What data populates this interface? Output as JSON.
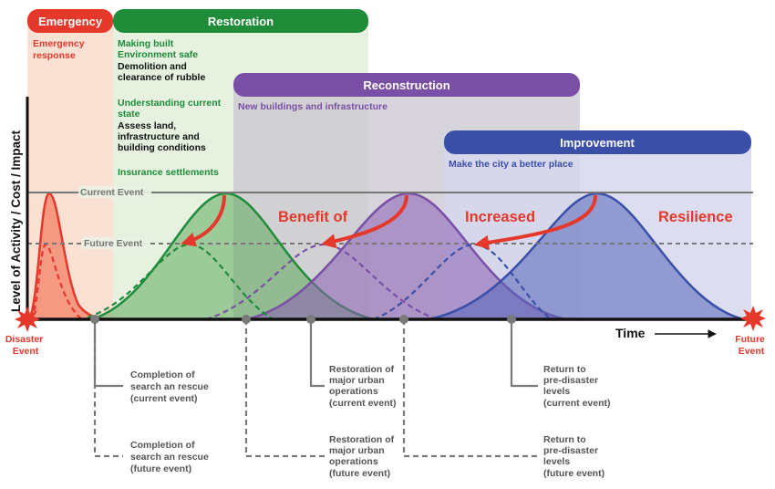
{
  "phases": {
    "emergency": {
      "label": "Emergency",
      "color": "#e4382b",
      "notes": [
        "Emergency",
        "response"
      ]
    },
    "restoration": {
      "label": "Restoration",
      "color": "#1f8c3a",
      "notes_green_1": [
        "Making built",
        "Environment safe"
      ],
      "notes_black_1": [
        "Demolition and",
        "clearance of rubble"
      ],
      "notes_green_2": [
        "Understanding current",
        "state"
      ],
      "notes_black_2": [
        "Assess land,",
        "infrastructure and",
        "building conditions"
      ],
      "notes_green_3": [
        "Insurance settlements"
      ]
    },
    "reconstruction": {
      "label": "Reconstruction",
      "color": "#7a4fa6",
      "note": "New buildings and infrastructure"
    },
    "improvement": {
      "label": "Improvement",
      "color": "#3a4fa8",
      "note": "Make the city a better place"
    }
  },
  "axis": {
    "y_label": "Level of Activity / Cost / Impact",
    "x_label": "Time",
    "current_event_line": "Current Event",
    "future_event_line": "Future Event"
  },
  "events": {
    "disaster": [
      "Disaster",
      "Event"
    ],
    "future": [
      "Future",
      "Event"
    ]
  },
  "big_labels": {
    "benefit": "Benefit of",
    "increased": "Increased",
    "resilience": "Resilience"
  },
  "milestones": {
    "search_current": [
      "Completion of",
      "search an rescue",
      "(current event)"
    ],
    "search_future": [
      "Completion of",
      "search an rescue",
      "(future event)"
    ],
    "urban_current": [
      "Restoration of",
      "major urban",
      "operations",
      "(current event)"
    ],
    "urban_future": [
      "Restoration of",
      "major urban",
      "operations",
      "(future event)"
    ],
    "predisaster_current": [
      "Return to",
      "pre-disaster",
      "levels",
      "(current event)"
    ],
    "predisaster_future": [
      "Return to",
      "pre-disaster",
      "levels",
      "(future event)"
    ]
  },
  "colors": {
    "red": "#e4382b",
    "green": "#1f8c3a",
    "purple": "#7a4fa6",
    "blue": "#3a4fa8",
    "grey": "#7a7a7a"
  }
}
